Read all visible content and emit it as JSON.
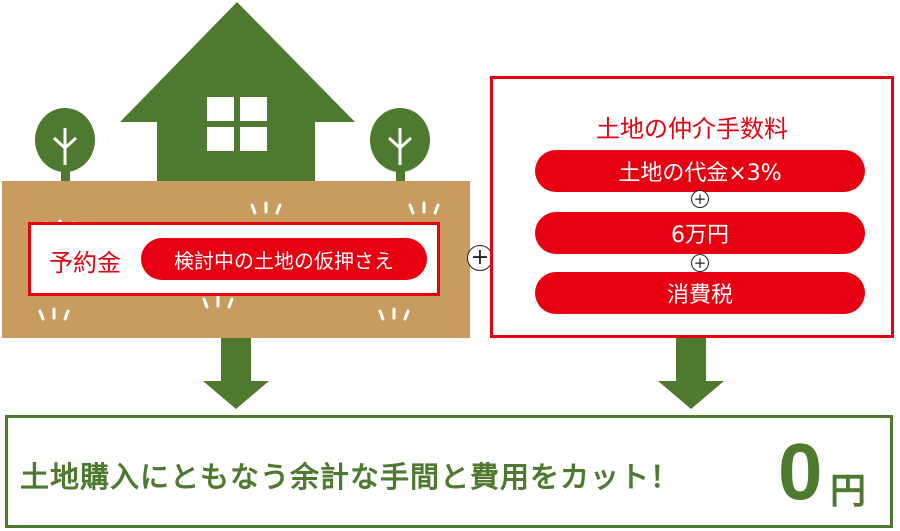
{
  "deposit": {
    "label": "予約金",
    "detail": "検討中の土地の仮押さえ"
  },
  "fee": {
    "title": "土地の仲介手数料",
    "items": [
      "土地の代金×3%",
      "6万円",
      "消費税"
    ]
  },
  "plus_symbol": "+",
  "result": {
    "text": "土地購入にともなう余計な手間と費用をカット！",
    "amount": "0",
    "unit": "円"
  },
  "colors": {
    "green": "#4e7a30",
    "red": "#e60012",
    "ground": "#c89c5f"
  }
}
